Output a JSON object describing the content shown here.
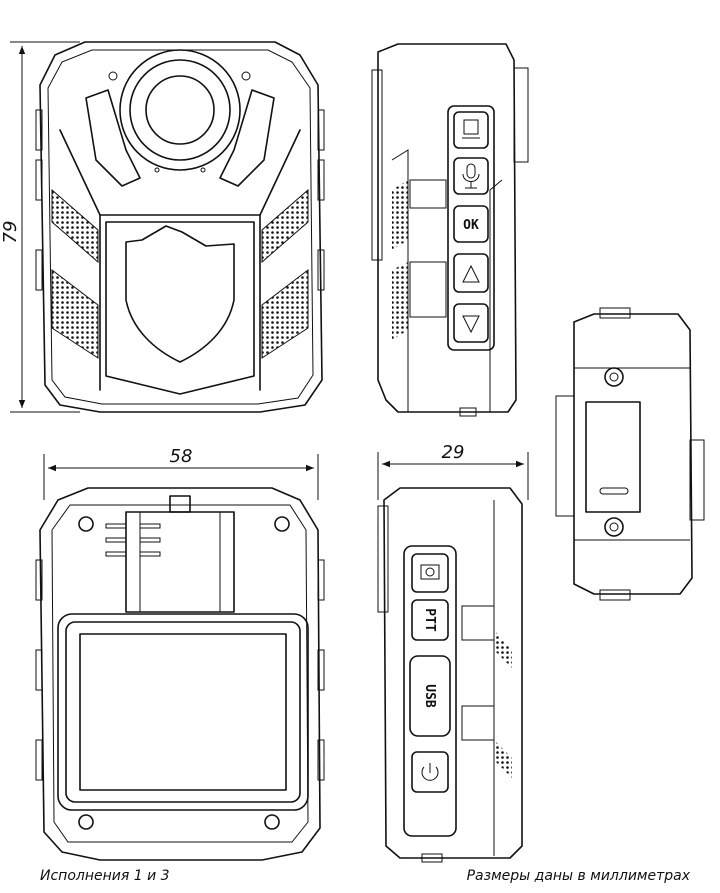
{
  "dimensions": {
    "height": "79",
    "width": "58",
    "depth": "29"
  },
  "buttons": {
    "ok": "OK",
    "ptt": "PTT",
    "usb": "USB"
  },
  "icons": [
    "display-icon",
    "microphone-icon",
    "arrow-up-icon",
    "arrow-down-icon",
    "camera-icon",
    "power-icon"
  ],
  "captions": {
    "left": "Исполнения 1 и 3",
    "right": "Размеры даны в миллиметрах"
  }
}
